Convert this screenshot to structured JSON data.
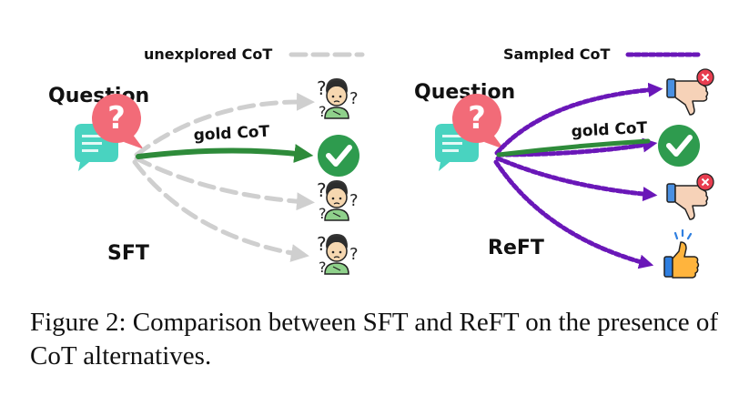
{
  "sft": {
    "legend_label": "unexplored CoT",
    "question_label": "Question",
    "gold_label": "gold CoT",
    "method_label": "SFT"
  },
  "reft": {
    "legend_label": "Sampled CoT",
    "question_label": "Question",
    "gold_label": "gold CoT",
    "method_label": "ReFT"
  },
  "colors": {
    "gold_path": "#2e8b3a",
    "unexplored_path": "#cfcfcf",
    "sampled_path": "#6a17b8",
    "check": "#2e9b4e",
    "question_bubble": "#f26b78",
    "chat_bubble": "#49d3c0"
  },
  "icons": {
    "question": "question-bubble-icon",
    "chat": "chat-bubble-icon",
    "check": "check-circle-icon",
    "confused": "confused-person-icon",
    "thumbs_down": "thumbs-down-icon",
    "thumbs_up": "thumbs-up-icon"
  },
  "caption": "Figure 2: Comparison between SFT and ReFT on the presence of CoT alternatives."
}
